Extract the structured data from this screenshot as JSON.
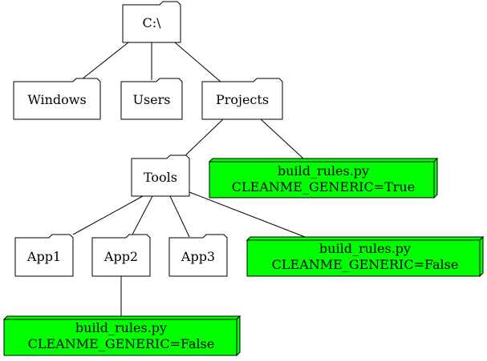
{
  "colors": {
    "folder_fill": "#ffffff",
    "file_fill": "#00ff00",
    "line": "#000000"
  },
  "nodes": {
    "root": {
      "label": "C:\\"
    },
    "windows": {
      "label": "Windows"
    },
    "users": {
      "label": "Users"
    },
    "projects": {
      "label": "Projects"
    },
    "tools": {
      "label": "Tools"
    },
    "app1": {
      "label": "App1"
    },
    "app2": {
      "label": "App2"
    },
    "app3": {
      "label": "App3"
    },
    "projects_rules": {
      "line1": "build_rules.py",
      "line2": "CLEANME_GENERIC=True"
    },
    "tools_rules": {
      "line1": "build_rules.py",
      "line2": "CLEANME_GENERIC=False"
    },
    "app2_rules": {
      "line1": "build_rules.py",
      "line2": "CLEANME_GENERIC=False"
    }
  }
}
